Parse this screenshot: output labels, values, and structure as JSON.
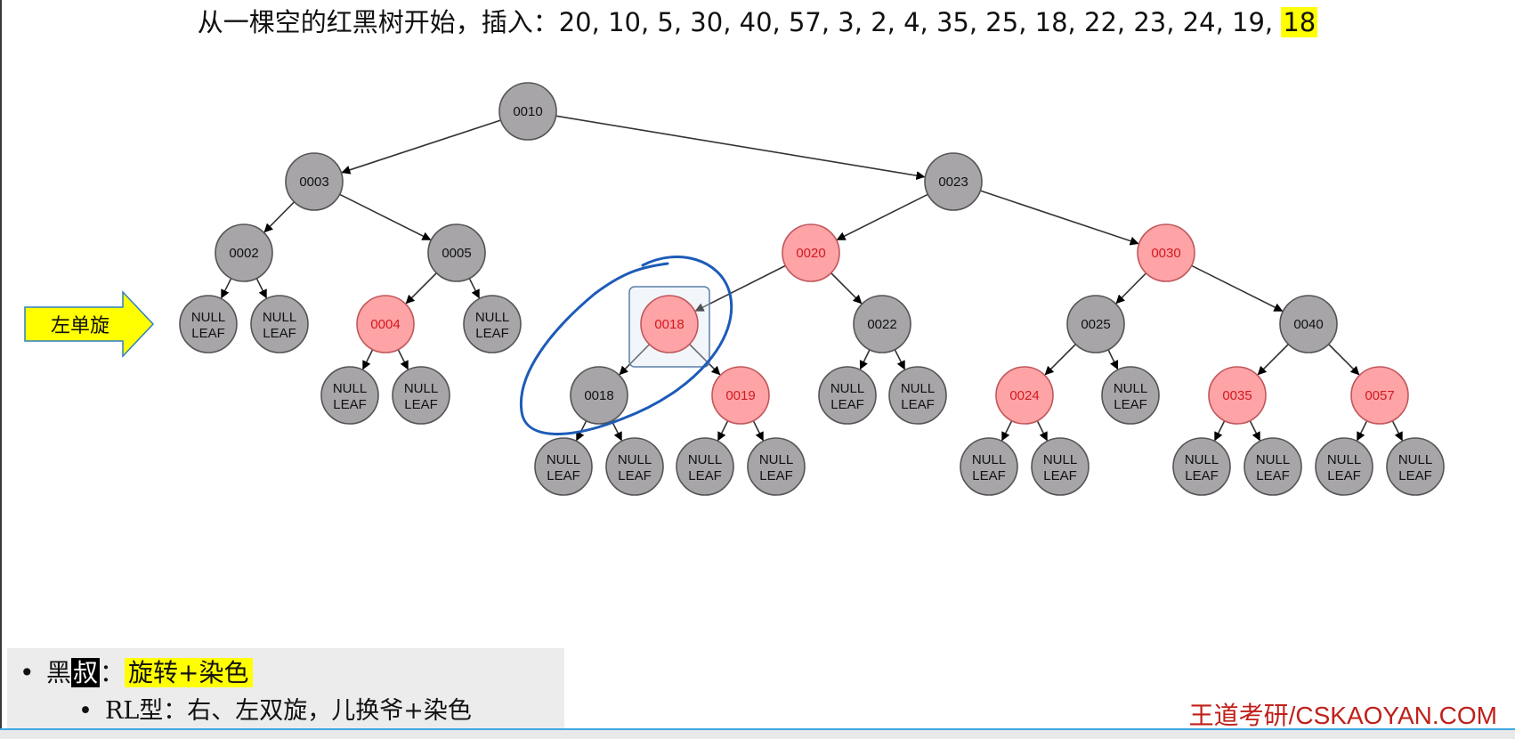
{
  "title": {
    "prefix": "从一棵空的红黑树开始，插入：20, 10, 5, 30, 40, 57, 3, 2, 4, 35, 25, 18, 22, 23, 24, 19,",
    "highlight": "18"
  },
  "arrow_label": "左单旋",
  "null_leaf": {
    "line1": "NULL",
    "line2": "LEAF"
  },
  "tree": {
    "nodes": [
      {
        "id": "n10",
        "label": "0010",
        "color": "black"
      },
      {
        "id": "n3",
        "label": "0003",
        "color": "black"
      },
      {
        "id": "n23",
        "label": "0023",
        "color": "black"
      },
      {
        "id": "n2",
        "label": "0002",
        "color": "black"
      },
      {
        "id": "n5",
        "label": "0005",
        "color": "black"
      },
      {
        "id": "n20",
        "label": "0020",
        "color": "red"
      },
      {
        "id": "n30",
        "label": "0030",
        "color": "red"
      },
      {
        "id": "n4",
        "label": "0004",
        "color": "red"
      },
      {
        "id": "n18r",
        "label": "0018",
        "color": "red",
        "selected": true
      },
      {
        "id": "n22",
        "label": "0022",
        "color": "black"
      },
      {
        "id": "n25",
        "label": "0025",
        "color": "black"
      },
      {
        "id": "n40",
        "label": "0040",
        "color": "black"
      },
      {
        "id": "n18b",
        "label": "0018",
        "color": "black"
      },
      {
        "id": "n19",
        "label": "0019",
        "color": "red"
      },
      {
        "id": "n24",
        "label": "0024",
        "color": "red"
      },
      {
        "id": "n35",
        "label": "0035",
        "color": "red"
      },
      {
        "id": "n57",
        "label": "0057",
        "color": "red"
      }
    ],
    "edges": [
      [
        "n10",
        "n3"
      ],
      [
        "n10",
        "n23"
      ],
      [
        "n3",
        "n2"
      ],
      [
        "n3",
        "n5"
      ],
      [
        "n23",
        "n20"
      ],
      [
        "n23",
        "n30"
      ],
      [
        "n20",
        "n18r"
      ],
      [
        "n20",
        "n22"
      ],
      [
        "n30",
        "n25"
      ],
      [
        "n30",
        "n40"
      ],
      [
        "n5",
        "n4"
      ],
      [
        "n18r",
        "n18b"
      ],
      [
        "n18r",
        "n19"
      ],
      [
        "n25",
        "n24"
      ],
      [
        "n40",
        "n35"
      ],
      [
        "n40",
        "n57"
      ]
    ]
  },
  "notes": {
    "line1_bullet": "•",
    "line1_a": "黑",
    "line1_b": "叔",
    "line1_c": "：",
    "line1_d": "旋转+染色",
    "line2_bullet": "•",
    "line2": "RL型：右、左双旋，儿换爷+染色"
  },
  "logo": "王道考研/CSKAOYAN.COM",
  "colors": {
    "black_node_fill": "#a7a5a8",
    "red_node_fill": "#fea3a6",
    "red_text": "#d11a20",
    "arrow_fill": "#ffff00",
    "pen_blue": "#1d5bb8"
  }
}
